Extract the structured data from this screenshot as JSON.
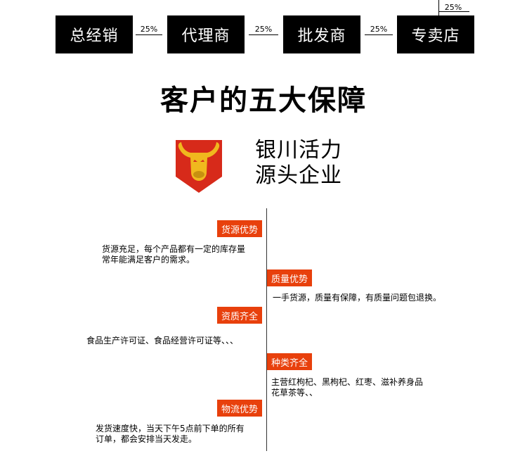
{
  "chain": {
    "boxes": [
      "总经销",
      "代理商",
      "批发商",
      "专卖店"
    ],
    "percents": [
      "25%",
      "25%",
      "25%",
      "25%"
    ]
  },
  "title": "客户的五大保障",
  "brand": {
    "logo_icon": "bull-head-shield-icon",
    "line1": "银川活力",
    "line2": "源头企业",
    "colors": {
      "shield": "#d72a1a",
      "head": "#f0b81e"
    }
  },
  "guarantees": [
    {
      "tag": "货源优势",
      "desc_lines": [
        "货源充足，每个产品都有一定的库存量",
        "常年能满足客户的需求。"
      ]
    },
    {
      "tag": "质量优势",
      "desc_lines": [
        "一手货源，质量有保障，有质量问题包退换。"
      ]
    },
    {
      "tag": "资质齐全",
      "desc_lines": [
        "食品生产许可证、食品经营许可证等、、、"
      ]
    },
    {
      "tag": "种类齐全",
      "desc_lines": [
        "主营红枸杞、黑枸杞、红枣、滋补养身品",
        "花草茶等、、"
      ]
    },
    {
      "tag": "物流优势",
      "desc_lines": [
        "发货速度快，当天下午5点前下单的所有",
        "订单，都会安排当天发走。"
      ]
    }
  ],
  "accent_color": "#e8400c"
}
